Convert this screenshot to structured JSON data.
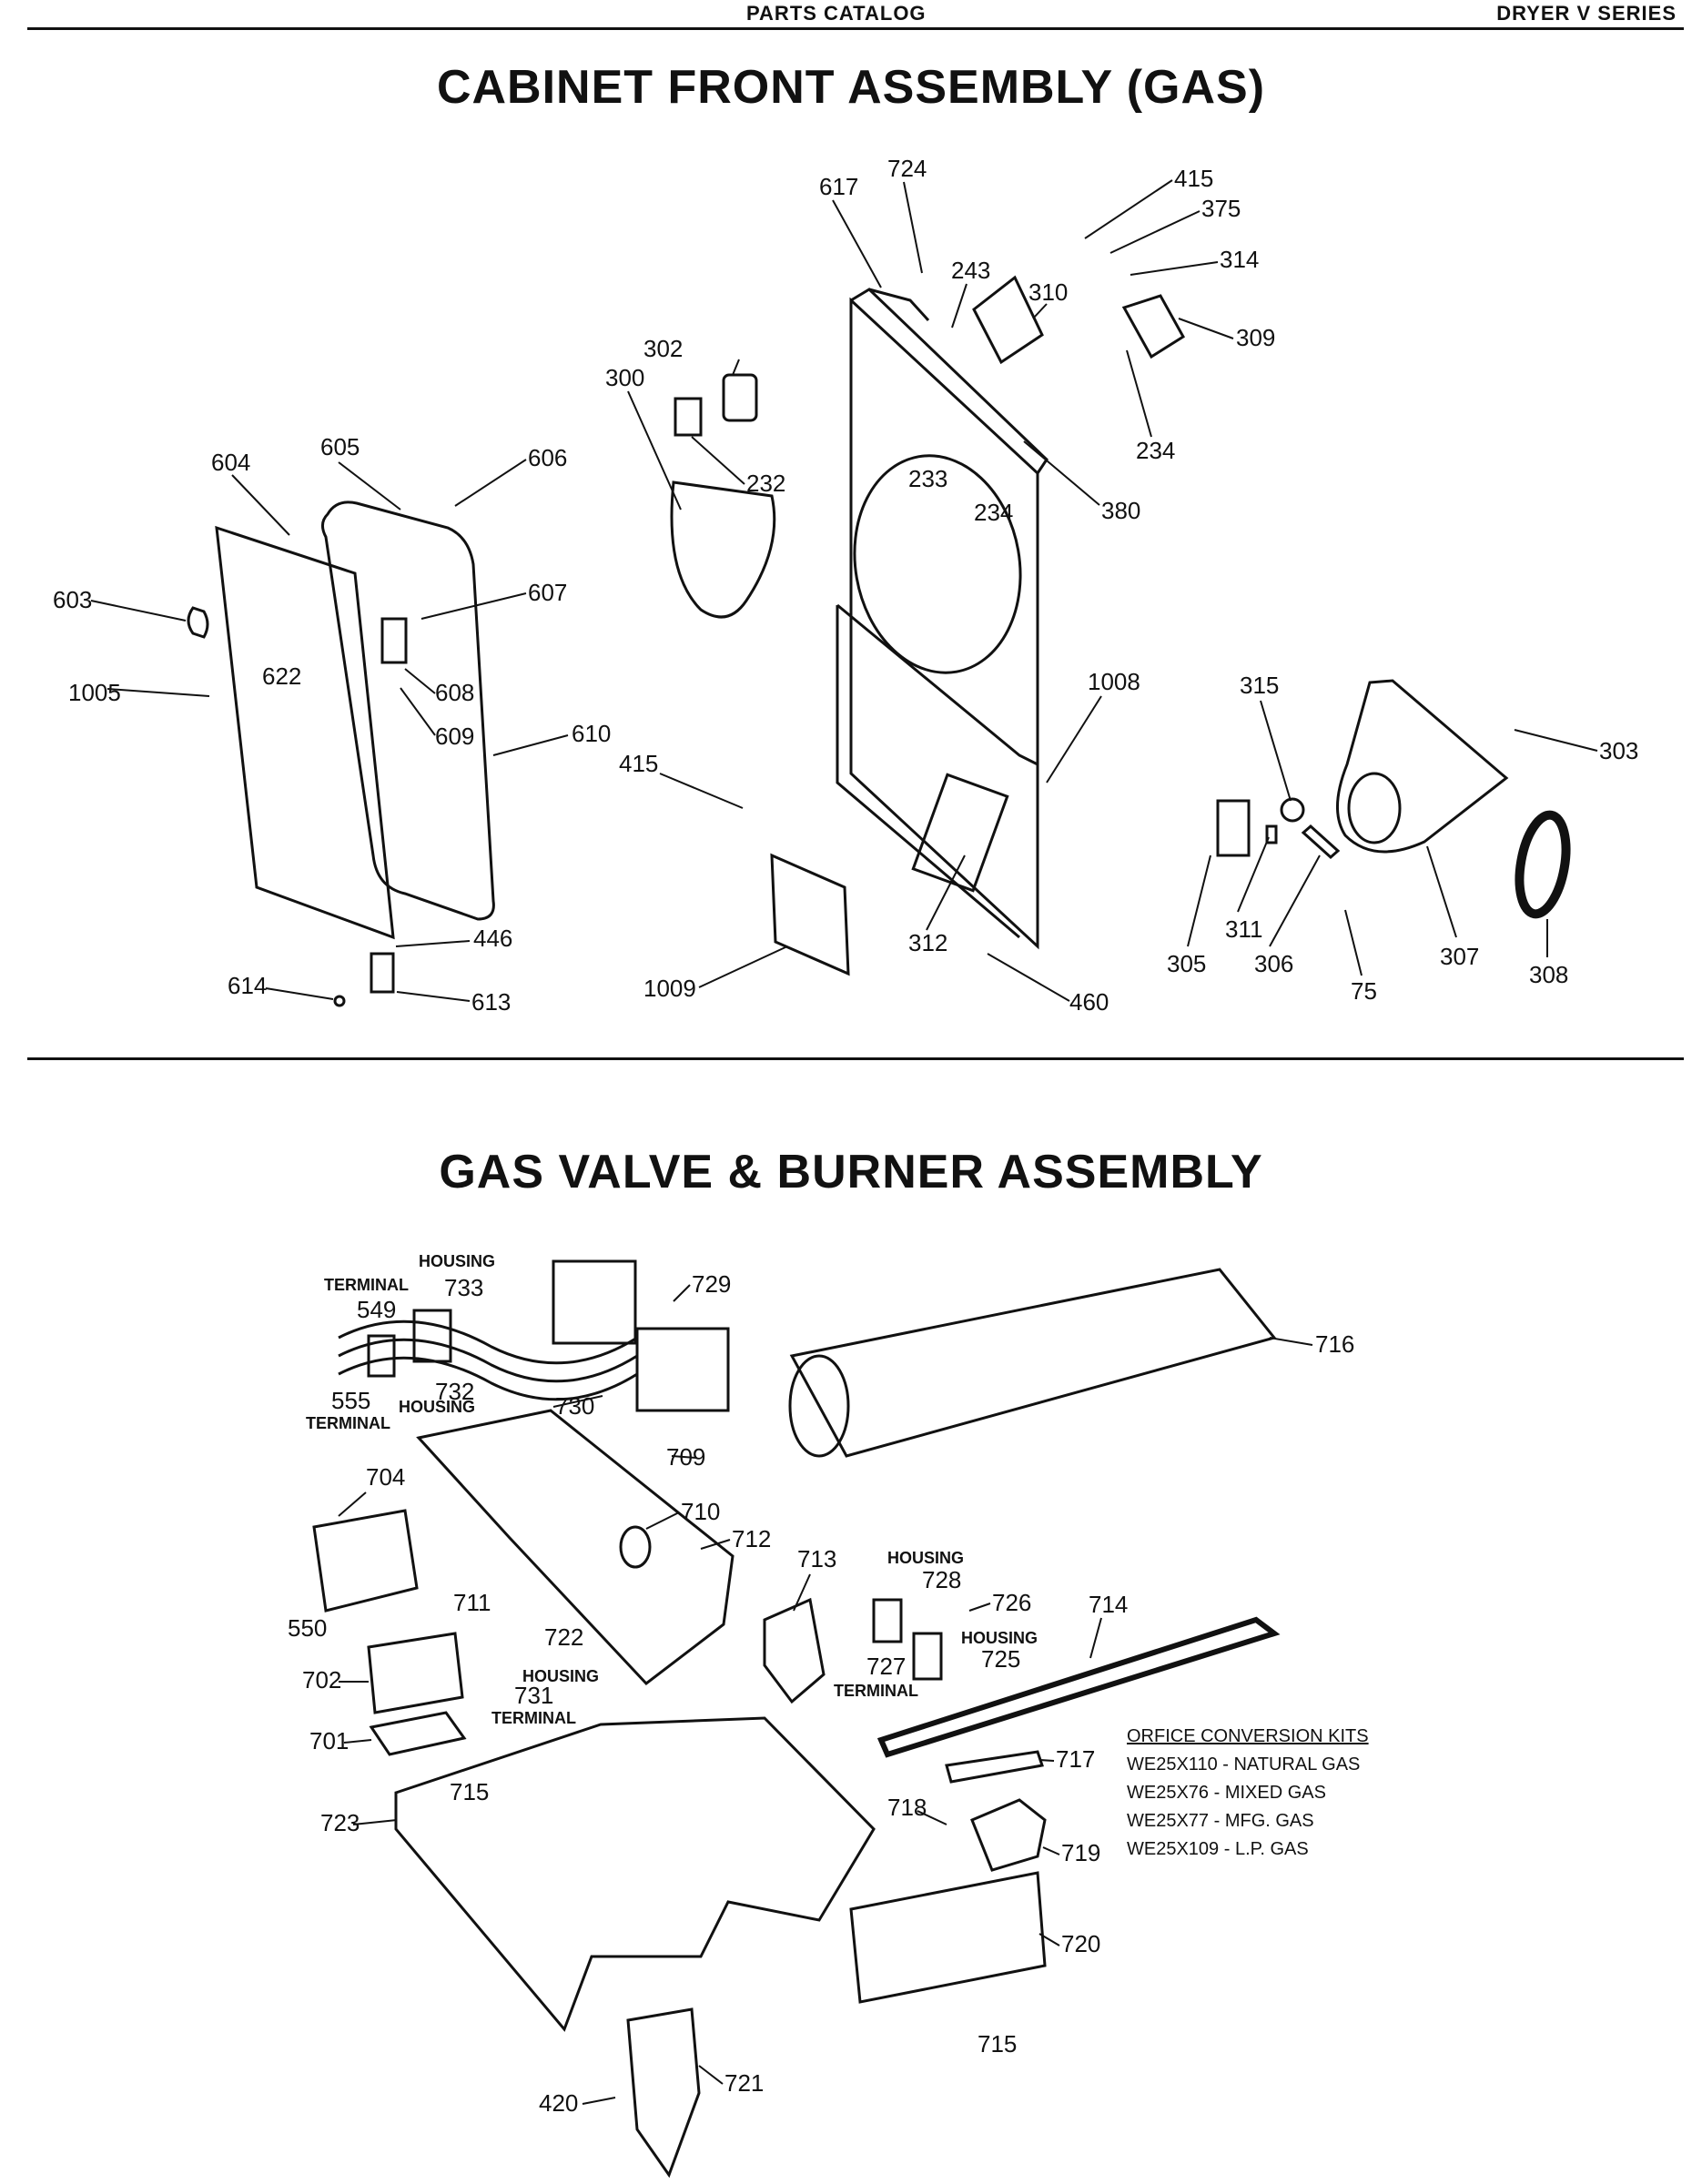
{
  "header": {
    "center": "PARTS CATALOG",
    "right": "DRYER V SERIES"
  },
  "sections": [
    {
      "title": "CABINET FRONT ASSEMBLY (GAS)"
    },
    {
      "title": "GAS VALVE & BURNER ASSEMBLY"
    }
  ],
  "callouts_top": [
    "617",
    "724",
    "415",
    "375",
    "314",
    "243",
    "310",
    "309",
    "302",
    "300",
    "232",
    "234",
    "380",
    "233",
    "234",
    "604",
    "605",
    "606",
    "603",
    "1005",
    "607",
    "622",
    "608",
    "609",
    "610",
    "415",
    "1008",
    "315",
    "303",
    "305",
    "311",
    "306",
    "75",
    "307",
    "308",
    "1009",
    "312",
    "460",
    "446",
    "614",
    "613"
  ],
  "callouts_bottom": [
    "729",
    "716",
    "733",
    "549",
    "732",
    "555",
    "730",
    "709",
    "704",
    "710",
    "712",
    "711",
    "550",
    "713",
    "728",
    "726",
    "714",
    "725",
    "727",
    "722",
    "731",
    "702",
    "701",
    "715",
    "717",
    "723",
    "718",
    "719",
    "720",
    "715",
    "721",
    "420"
  ],
  "labels_bottom": [
    "HOUSING",
    "TERMINAL",
    "HOUSING",
    "TERMINAL",
    "HOUSING",
    "HOUSING",
    "TERMINAL",
    "HOUSING",
    "TERMINAL"
  ],
  "kits": {
    "title": "ORFICE CONVERSION KITS",
    "items": [
      "WE25X110 - NATURAL GAS",
      "WE25X76 - MIXED GAS",
      "WE25X77 - MFG. GAS",
      "WE25X109 - L.P. GAS"
    ]
  }
}
